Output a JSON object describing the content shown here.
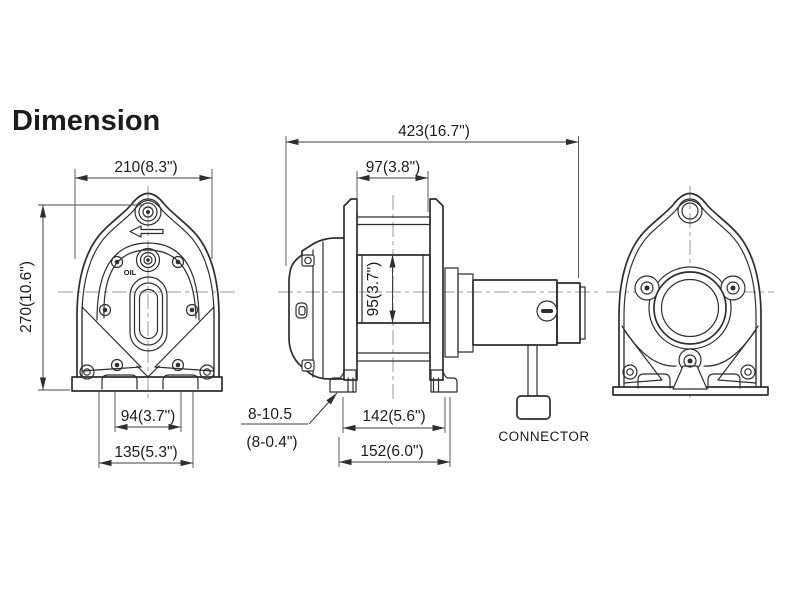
{
  "title": "Dimension",
  "colors": {
    "accent": "#e60000",
    "line": "#2e2e2e",
    "centerline": "#9a9a9a"
  },
  "dims": {
    "front_width": "210(8.3\")",
    "front_height": "270(10.6\")",
    "front_slot_span": "94(3.7\")",
    "front_base_span": "135(5.3\")",
    "overall_length": "423(16.7\")",
    "drum_width": "97(3.8\")",
    "drum_diameter": "95(3.7\")",
    "mounting_holes_mm": "8-10.5",
    "mounting_holes_inch": "(8-0.4\")",
    "foot_slot_span": "142(5.6\")",
    "foot_span": "152(6.0\")"
  },
  "labels": {
    "connector": "CONNECTOR",
    "oil": "OIL"
  }
}
